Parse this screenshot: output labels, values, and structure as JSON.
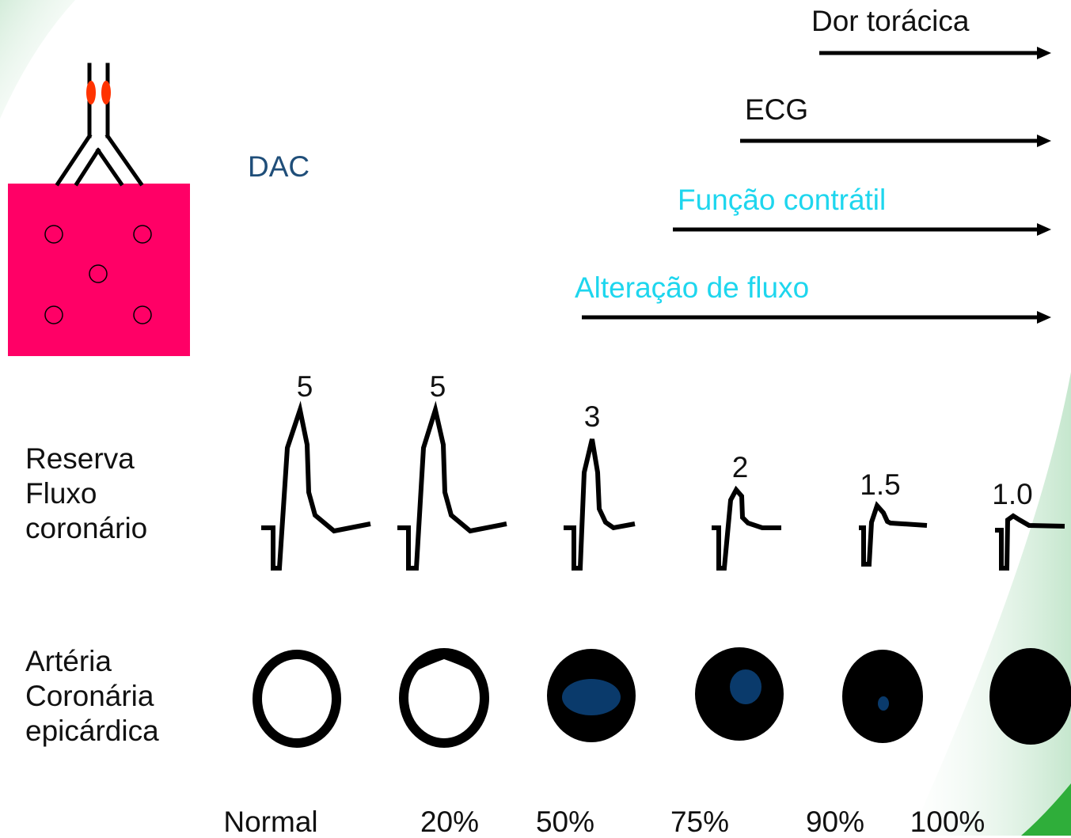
{
  "dac_label": "DAC",
  "timeline": [
    {
      "label": "Dor torácica",
      "color": "#111111"
    },
    {
      "label": "ECG",
      "color": "#111111"
    },
    {
      "label": "Função contrátil",
      "color": "#1ed6ee"
    },
    {
      "label": "Alteração de fluxo",
      "color": "#1ed6ee"
    }
  ],
  "reserve_label": [
    "Reserva",
    "Fluxo",
    "coronário"
  ],
  "artery_label": [
    "Artéria",
    "Coronária",
    "epicárdica"
  ],
  "reserve_values": [
    "5",
    "5",
    "3",
    "2",
    "1.5",
    "1.0"
  ],
  "stenosis_labels": [
    "Normal",
    "20%",
    "50%",
    "75%",
    "90%",
    "100%"
  ],
  "colors": {
    "dac_text": "#1f4e79",
    "myocardium": "#ff0066",
    "plaque": "#ff3300",
    "lumen_blue": "#0a3a6b",
    "artery_wall": "#000000",
    "background_swoosh": "#2fae3a"
  }
}
